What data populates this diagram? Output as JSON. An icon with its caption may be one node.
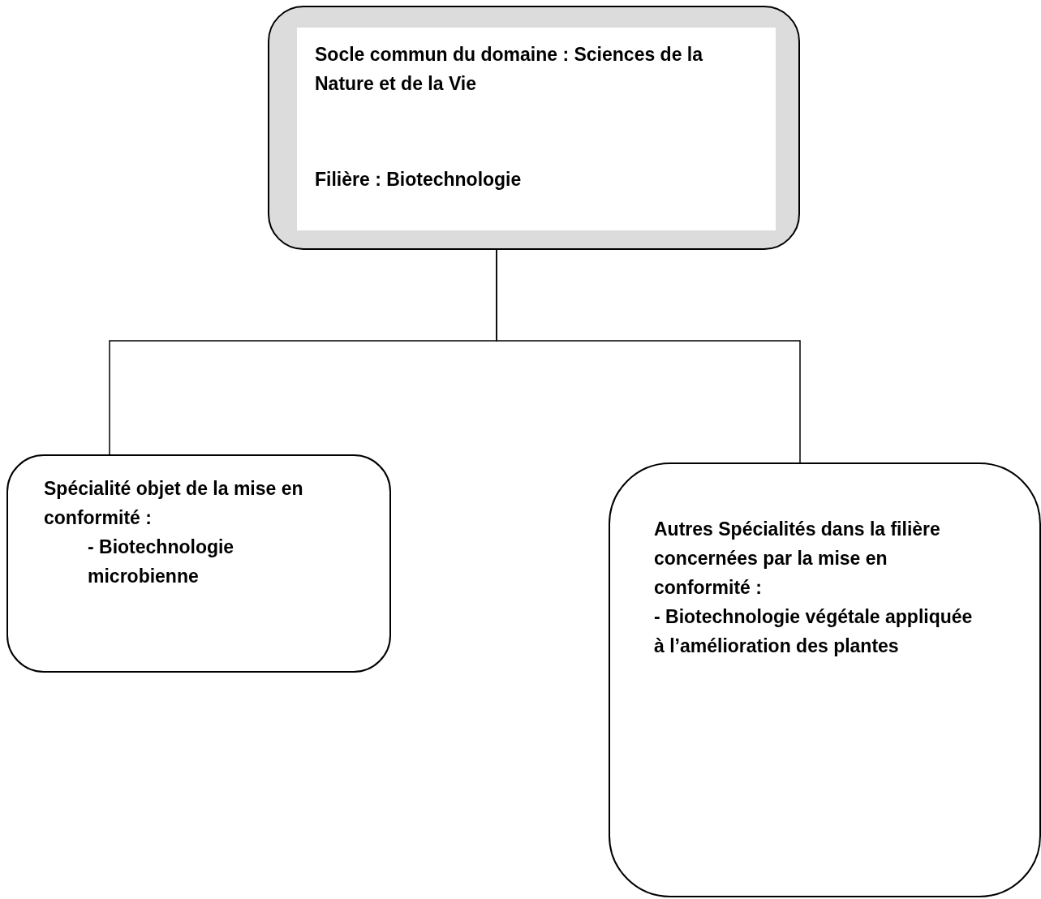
{
  "diagram": {
    "nodes": [
      {
        "text": [
          "Socle commun du domaine : Sciences de la Nature et de la Vie",
          "Filière : Biotechnologie"
        ]
      },
      {
        "text": [
          "Spécialité objet de la mise en conformité :",
          "- Biotechnologie microbienne"
        ]
      },
      {
        "text": [
          "Autres Spécialités dans la filière concernées par la mise en conformité :",
          "- Biotechnologie végétale appliquée à l’amélioration des plantes"
        ]
      }
    ],
    "edges": [
      {
        "from": 0,
        "to": 1,
        "arrow": "none"
      },
      {
        "from": 0,
        "to": 2,
        "arrow": "none"
      }
    ]
  }
}
